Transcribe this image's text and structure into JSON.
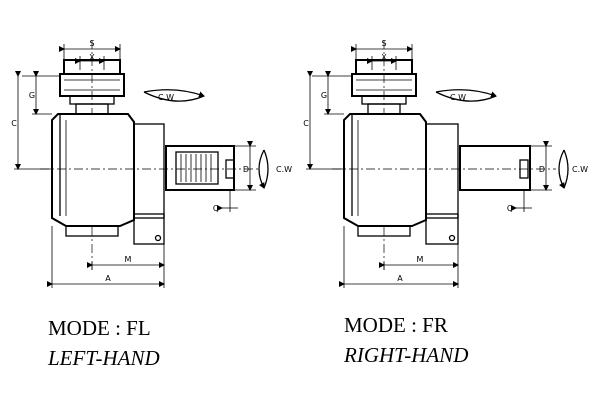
{
  "views": [
    {
      "id": "left",
      "mode_label": "MODE : FL",
      "hand_label": "LEFT-HAND",
      "dims": {
        "s": "S",
        "x": "X",
        "g": "G",
        "c": "C",
        "d": "D",
        "q": "Q",
        "m": "M",
        "a": "A"
      },
      "rotations": {
        "top": "C.W",
        "side": "C.W"
      }
    },
    {
      "id": "right",
      "mode_label": "MODE : FR",
      "hand_label": "RIGHT-HAND",
      "dims": {
        "s": "S",
        "x": "X",
        "g": "G",
        "c": "C",
        "d": "D",
        "q": "Q",
        "m": "M",
        "a": "A"
      },
      "rotations": {
        "top": "C.W",
        "side": "C.W"
      }
    }
  ]
}
